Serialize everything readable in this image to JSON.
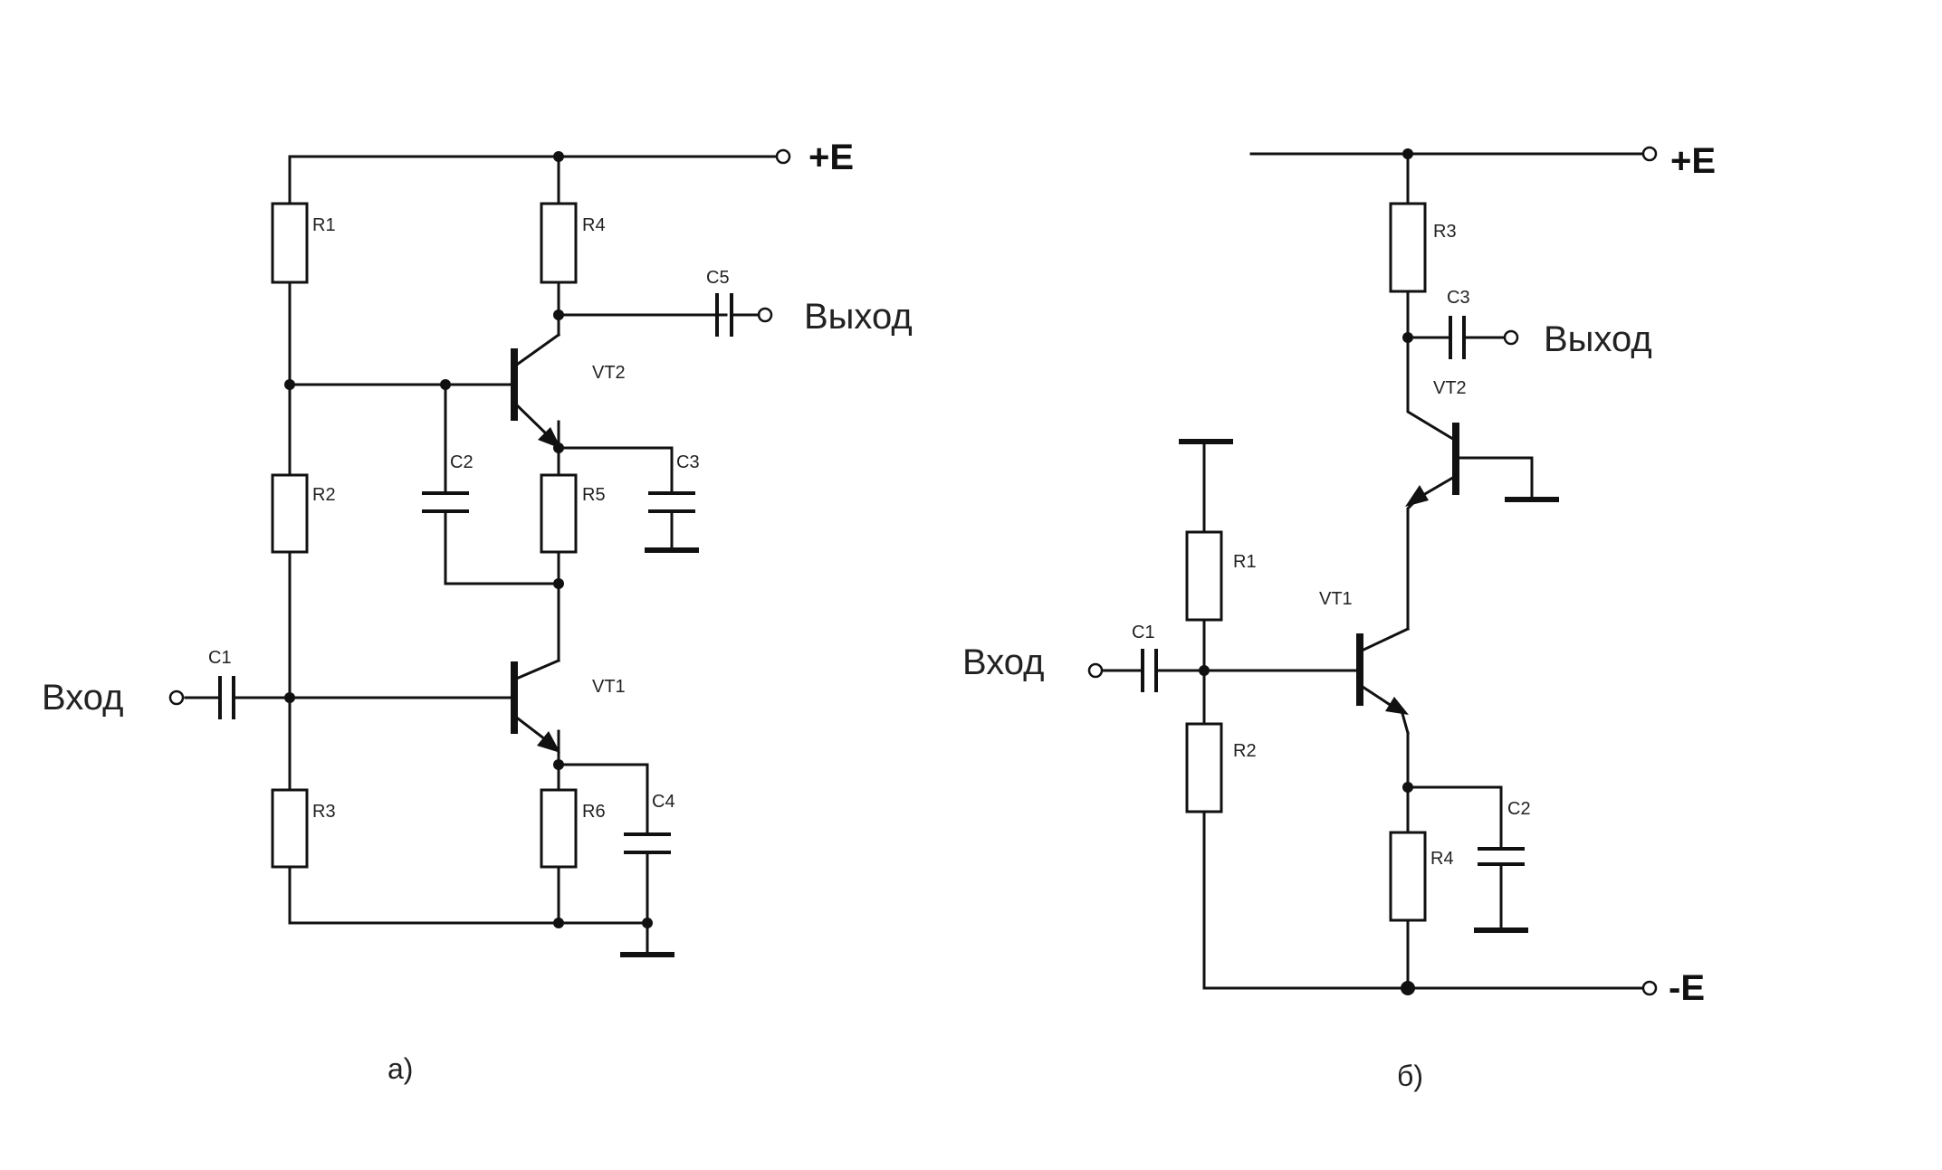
{
  "circuit_a": {
    "caption": "а)",
    "power": "+E",
    "input": "Вход",
    "output": "Выход",
    "resistors": [
      "R1",
      "R2",
      "R3",
      "R4",
      "R5",
      "R6"
    ],
    "capacitors": [
      "C1",
      "C2",
      "C3",
      "C4",
      "C5"
    ],
    "transistors": [
      "VT1",
      "VT2"
    ]
  },
  "circuit_b": {
    "caption": "б)",
    "power_pos": "+E",
    "power_neg": "-E",
    "input": "Вход",
    "output": "Выход",
    "resistors": [
      "R1",
      "R2",
      "R3",
      "R4"
    ],
    "capacitors": [
      "C1",
      "C2",
      "C3"
    ],
    "transistors": [
      "VT1",
      "VT2"
    ]
  }
}
